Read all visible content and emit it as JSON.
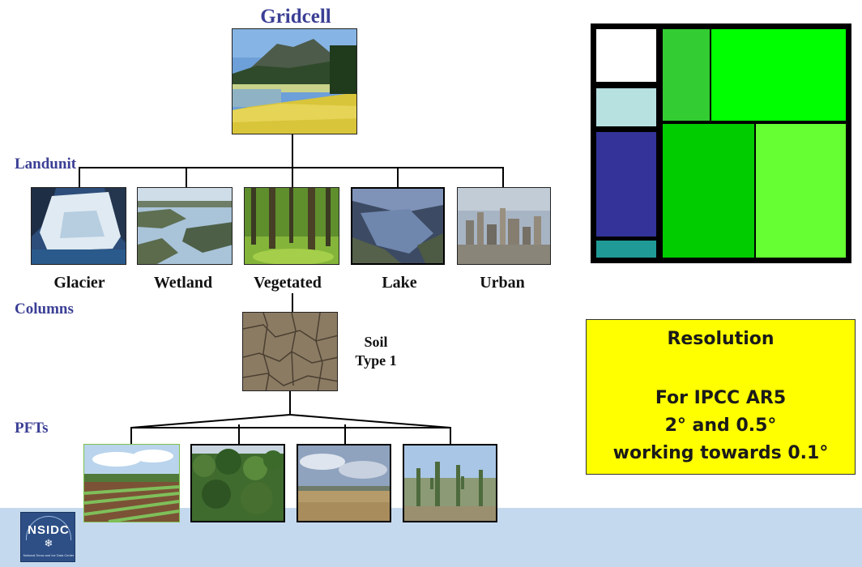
{
  "headings": {
    "gridcell": "Gridcell",
    "landunit": "Landunit",
    "columns": "Columns",
    "pfts": "PFTs"
  },
  "landunits": [
    {
      "label": "Glacier",
      "icon": "glacier-photo"
    },
    {
      "label": "Wetland",
      "icon": "wetland-photo"
    },
    {
      "label": "Vegetated",
      "icon": "forest-photo"
    },
    {
      "label": "Lake",
      "icon": "lake-photo"
    },
    {
      "label": "Urban",
      "icon": "city-photo"
    }
  ],
  "soil": {
    "line1": "Soil",
    "line2": "Type 1",
    "icon": "cracked-soil-photo"
  },
  "pfts": [
    {
      "icon": "crop-field-photo"
    },
    {
      "icon": "tropical-forest-photo"
    },
    {
      "icon": "grassland-photo"
    },
    {
      "icon": "desert-cactus-photo"
    }
  ],
  "treemap_colors": {
    "white": "#ffffff",
    "light_cyan": "#b7e0e1",
    "navy": "#333399",
    "teal": "#1f9a96",
    "medium_green": "#33cc33",
    "bright_green": "#00ff00",
    "green": "#00cc00",
    "light_green": "#66ff33",
    "border": "#000000"
  },
  "resolution": {
    "title": "Resolution",
    "line1": "For IPCC AR5",
    "line2": "2° and 0.5°",
    "line3": "working towards 0.1°",
    "background": "#ffff00"
  },
  "logo": {
    "text": "NSIDC",
    "subtext": "National Snow and Ice Data Center"
  },
  "colors": {
    "heading": "#3b3f95",
    "footer_band": "#c5d9ee"
  }
}
